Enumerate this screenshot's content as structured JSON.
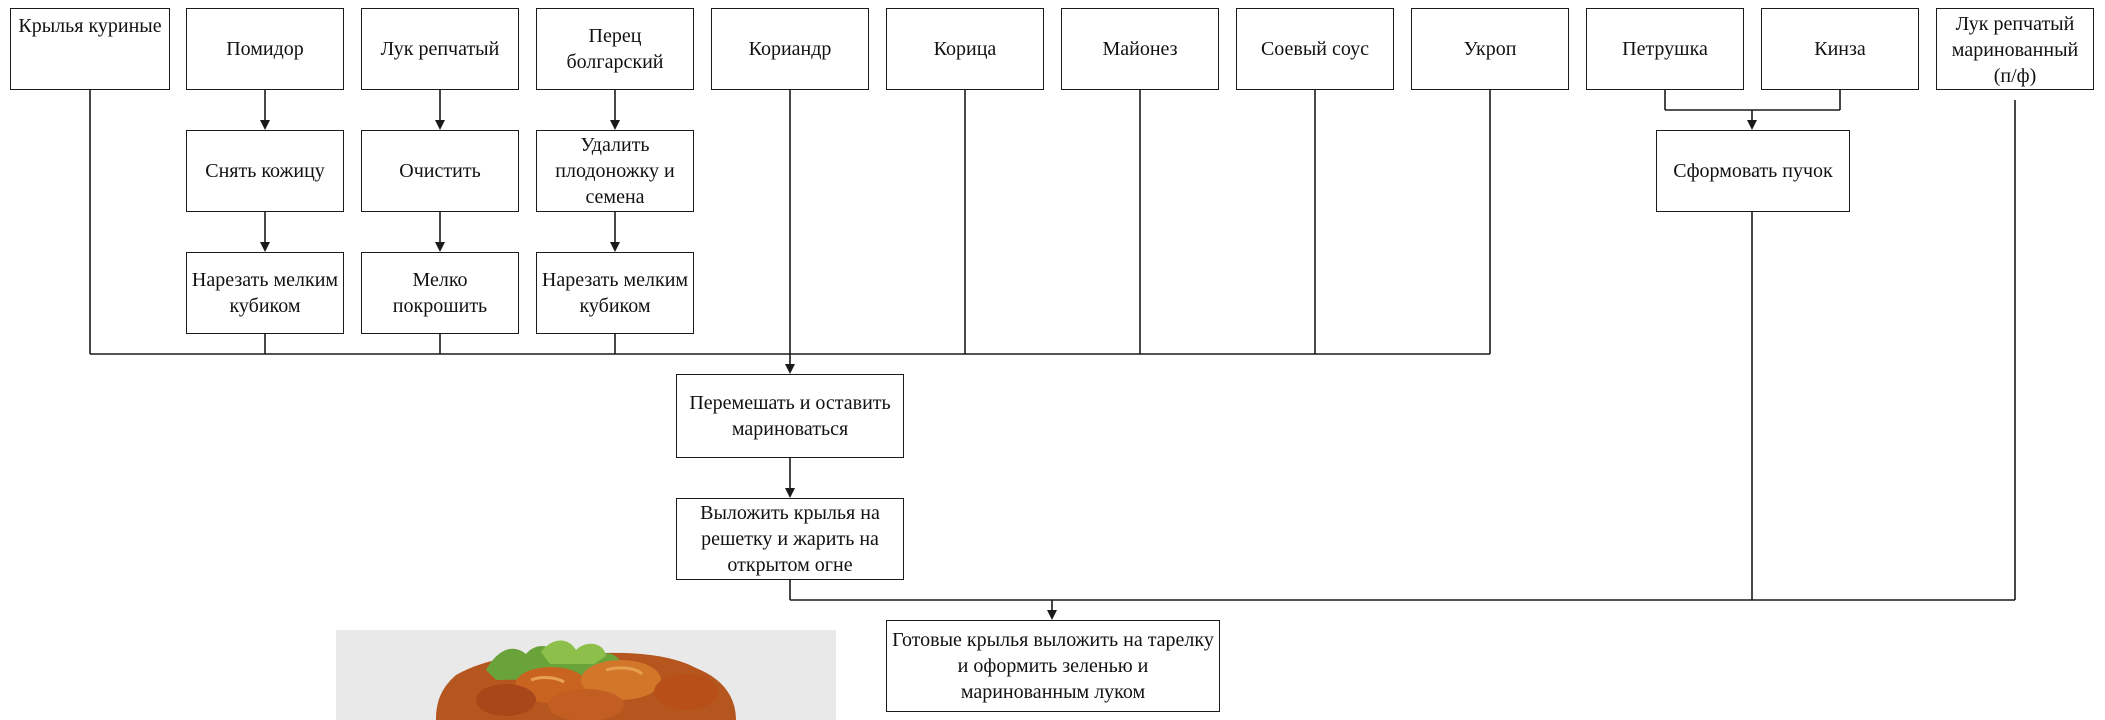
{
  "diagram": {
    "ingredients": {
      "wings": "Крылья куриные",
      "tomato": "Помидор",
      "onion": "Лук репчатый",
      "pepper": "Перец болгарский",
      "coriander": "Кориандр",
      "cinnamon": "Корица",
      "mayonnaise": "Майонез",
      "soy_sauce": "Соевый соус",
      "dill": "Укроп",
      "parsley": "Петрушка",
      "cilantro": "Кинза",
      "pickled_onion": "Лук репчатый маринованный (п/ф)"
    },
    "steps": {
      "tomato_peel": "Снять кожицу",
      "tomato_dice": "Нарезать мелким кубиком",
      "onion_peel": "Очистить",
      "onion_chop": "Мелко покрошить",
      "pepper_core": "Удалить плодоножку и семена",
      "pepper_dice": "Нарезать мелким кубиком",
      "herb_bunch": "Сформовать пучок",
      "marinate": "Перемешать и оставить мариноваться",
      "grill": "Выложить крылья на решетку и жарить на открытом огне",
      "serve": "Готовые крылья выложить на тарелку и оформить зеленью и маринованным луком"
    },
    "colors": {
      "line": "#1a1a1a",
      "box_border": "#1a1a1a",
      "text": "#111111"
    }
  }
}
